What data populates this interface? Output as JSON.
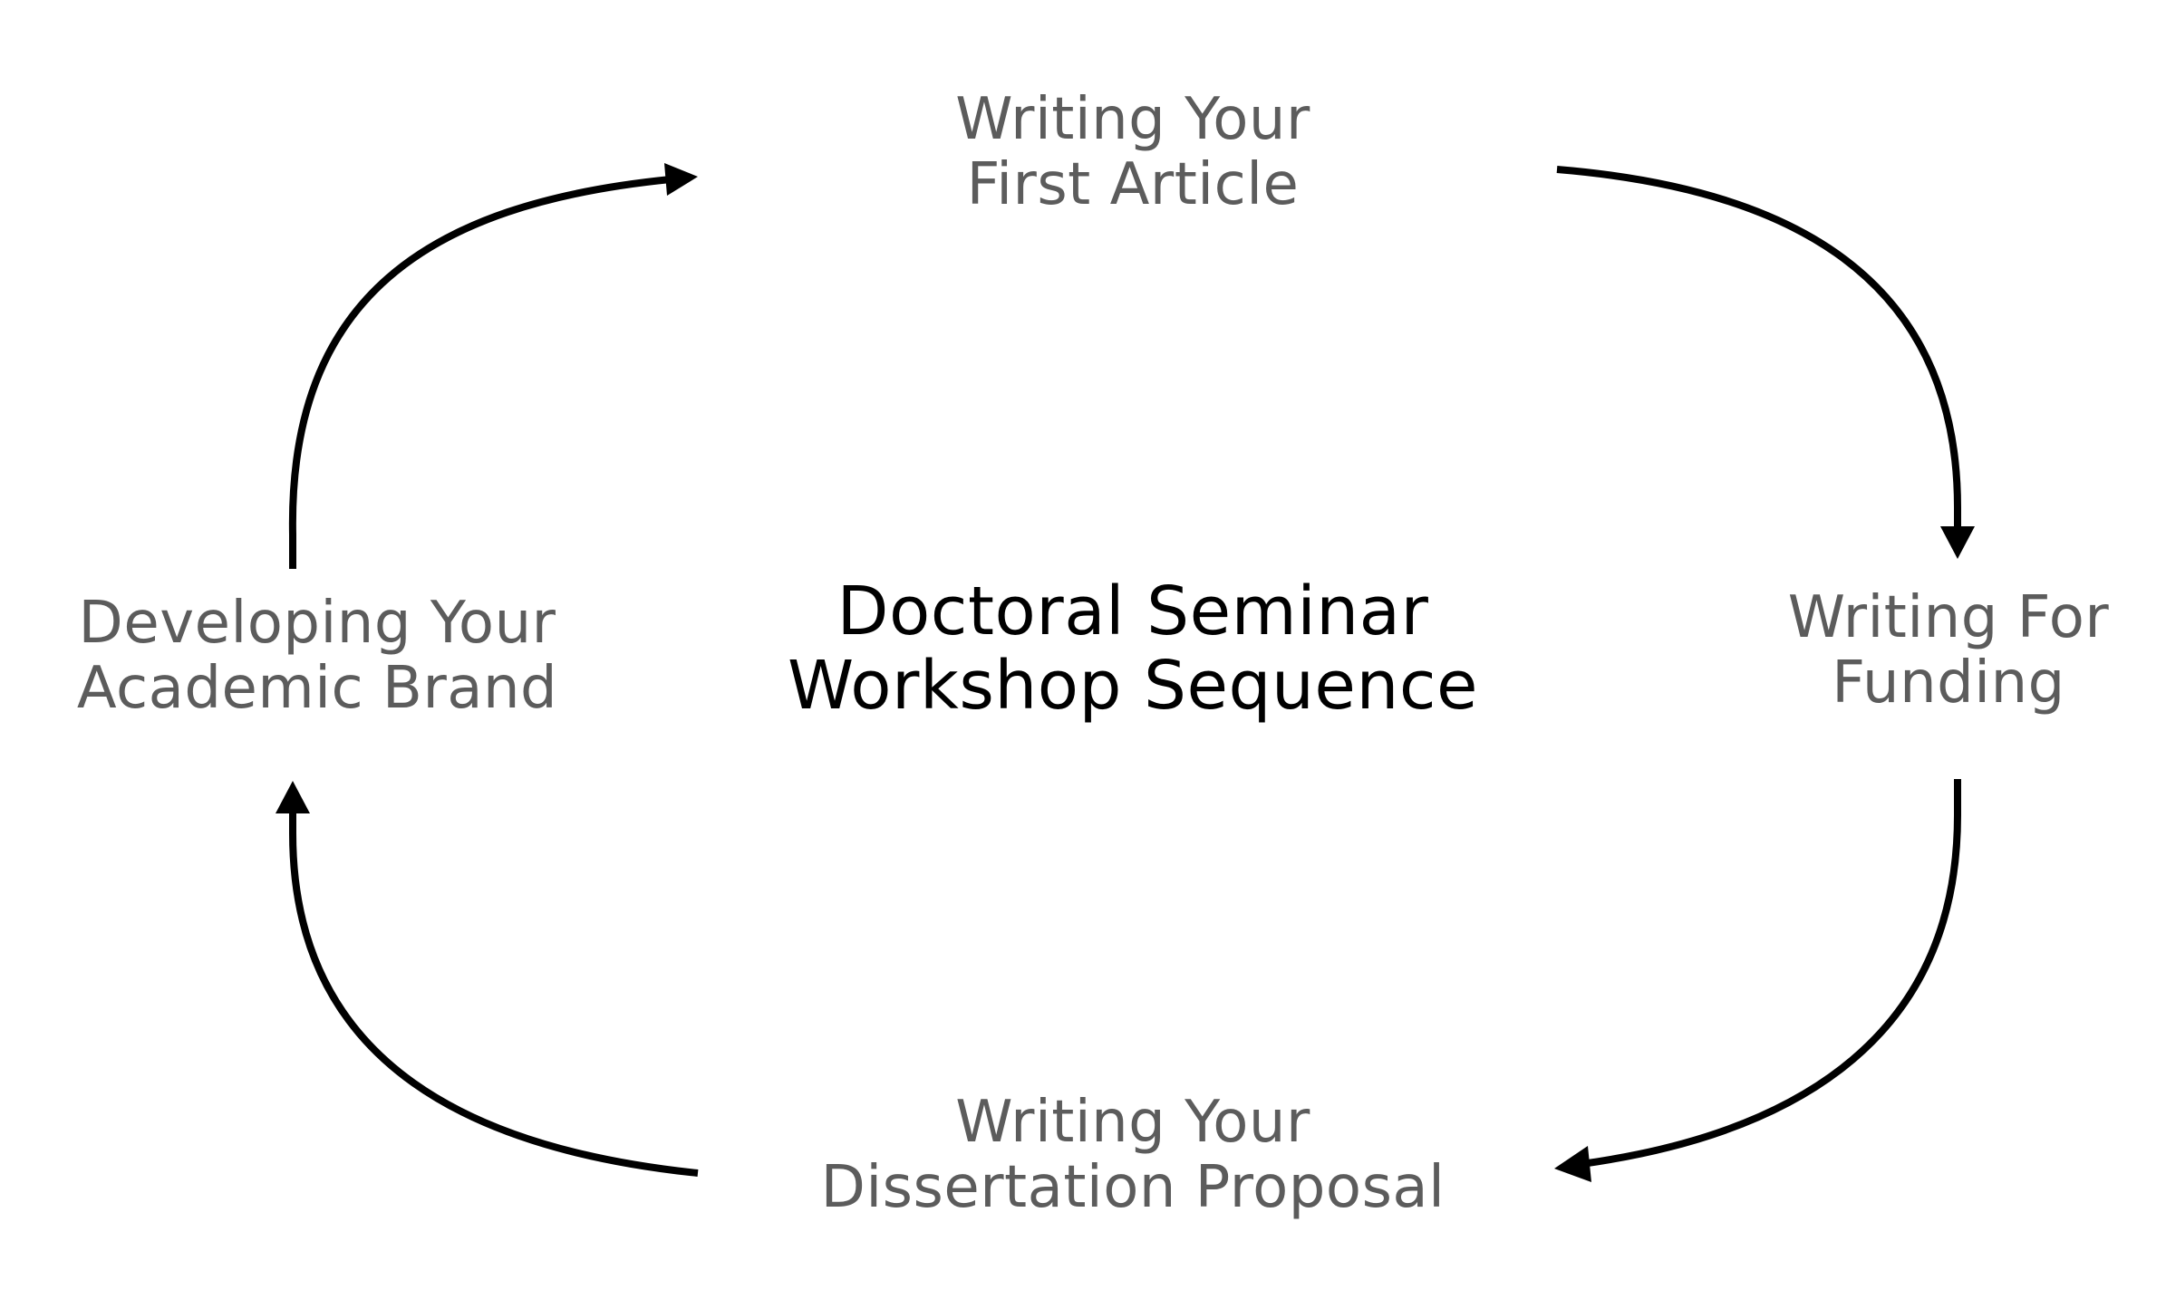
{
  "diagram": {
    "title": {
      "line1": "Doctoral Seminar",
      "line2": "Workshop Sequence"
    },
    "nodes": {
      "top": {
        "line1": "Writing Your",
        "line2": "First Article"
      },
      "right": {
        "line1": "Writing For",
        "line2": "Funding"
      },
      "bottom": {
        "line1": "Writing Your",
        "line2": "Dissertation Proposal"
      },
      "left": {
        "line1": "Developing Your",
        "line2": "Academic Brand"
      }
    },
    "edges": [
      {
        "from": "top",
        "to": "right"
      },
      {
        "from": "right",
        "to": "bottom"
      },
      {
        "from": "bottom",
        "to": "left"
      },
      {
        "from": "left",
        "to": "top"
      }
    ],
    "colors": {
      "arrow": "#000000",
      "node_text": "#5c5c5c",
      "title_text": "#000000",
      "background": "#ffffff"
    }
  }
}
